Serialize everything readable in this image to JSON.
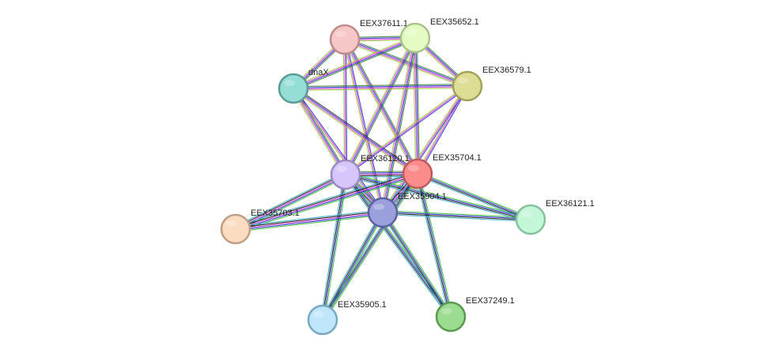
{
  "nodes": [
    {
      "id": "EEX37611",
      "label": "EEX37611.1",
      "fill": "#f7c6c6",
      "stroke": "#c08a8a"
    },
    {
      "id": "EEX35652",
      "label": "EEX35652.1",
      "fill": "#e5fbc4",
      "stroke": "#a9c48a"
    },
    {
      "id": "dnaX",
      "label": "dnaX",
      "fill": "#95ded6",
      "stroke": "#5a9c95"
    },
    {
      "id": "EEX36579",
      "label": "EEX36579.1",
      "fill": "#dedd95",
      "stroke": "#a3a25a"
    },
    {
      "id": "EEX36120",
      "label": "EEX36120.1",
      "fill": "#d7c6fb",
      "stroke": "#9b8ac0"
    },
    {
      "id": "EEX35704",
      "label": "EEX35704.1",
      "fill": "#fb8c8c",
      "stroke": "#c05a5a"
    },
    {
      "id": "EEX35904",
      "label": "EEX35904.1",
      "fill": "#9aa0dc",
      "stroke": "#5c62a0"
    },
    {
      "id": "EEX35703",
      "label": "EEX35703.1",
      "fill": "#fbdcc0",
      "stroke": "#c09e86"
    },
    {
      "id": "EEX36121",
      "label": "EEX36121.1",
      "fill": "#c4f7d8",
      "stroke": "#86c09e"
    },
    {
      "id": "EEX35905",
      "label": "EEX35905.1",
      "fill": "#c0e6fb",
      "stroke": "#78a8c0"
    },
    {
      "id": "EEX37249",
      "label": "EEX37249.1",
      "fill": "#9cdc90",
      "stroke": "#5a9a50"
    }
  ],
  "edges": [
    {
      "source": "EEX37611",
      "target": "EEX35652",
      "colors": [
        "#3b7f3b",
        "#2f2fd0",
        "#d040d0",
        "#a0c840"
      ]
    },
    {
      "source": "EEX37611",
      "target": "dnaX",
      "colors": [
        "#3b7f3b",
        "#2f2fd0",
        "#d040d0",
        "#a0c840"
      ]
    },
    {
      "source": "EEX37611",
      "target": "EEX36579",
      "colors": [
        "#3b7f3b",
        "#2f2fd0",
        "#d040d0",
        "#a0c840"
      ]
    },
    {
      "source": "EEX37611",
      "target": "EEX36120",
      "colors": [
        "#2f2fd0",
        "#d040d0",
        "#a0c840"
      ]
    },
    {
      "source": "EEX37611",
      "target": "EEX35704",
      "colors": [
        "#3b7f3b",
        "#2f2fd0",
        "#d040d0",
        "#a0c840"
      ]
    },
    {
      "source": "EEX37611",
      "target": "EEX35904",
      "colors": [
        "#2f2fd0",
        "#d040d0",
        "#a0c840"
      ]
    },
    {
      "source": "EEX35652",
      "target": "dnaX",
      "colors": [
        "#3b7f3b",
        "#2f2fd0",
        "#d040d0",
        "#a0c840"
      ]
    },
    {
      "source": "EEX35652",
      "target": "EEX36579",
      "colors": [
        "#3b7f3b",
        "#2f2fd0",
        "#d040d0",
        "#a0c840"
      ]
    },
    {
      "source": "EEX35652",
      "target": "EEX36120",
      "colors": [
        "#3b7f3b",
        "#2f2fd0",
        "#d040d0",
        "#a0c840"
      ]
    },
    {
      "source": "EEX35652",
      "target": "EEX35704",
      "colors": [
        "#3b7f3b",
        "#2f2fd0",
        "#d040d0",
        "#a0c840"
      ]
    },
    {
      "source": "EEX35652",
      "target": "EEX35904",
      "colors": [
        "#3b7f3b",
        "#2f2fd0",
        "#d040d0",
        "#a0c840"
      ]
    },
    {
      "source": "dnaX",
      "target": "EEX36579",
      "colors": [
        "#3b7f3b",
        "#2f2fd0",
        "#d040d0",
        "#a0c840"
      ]
    },
    {
      "source": "dnaX",
      "target": "EEX36120",
      "colors": [
        "#3b7f3b",
        "#2f2fd0",
        "#d040d0",
        "#a0c840"
      ]
    },
    {
      "source": "dnaX",
      "target": "EEX35704",
      "colors": [
        "#333333",
        "#2f2fd0",
        "#d040d0",
        "#a0c840"
      ]
    },
    {
      "source": "dnaX",
      "target": "EEX35904",
      "colors": [
        "#2f2fd0",
        "#d040d0",
        "#a0c840"
      ]
    },
    {
      "source": "EEX36579",
      "target": "EEX36120",
      "colors": [
        "#2f2fd0",
        "#d040d0",
        "#a0c840"
      ]
    },
    {
      "source": "EEX36579",
      "target": "EEX35704",
      "colors": [
        "#2f2fd0",
        "#d040d0",
        "#a0c840"
      ]
    },
    {
      "source": "EEX36579",
      "target": "EEX35904",
      "colors": [
        "#2f2fd0",
        "#d040d0",
        "#a0c840"
      ]
    },
    {
      "source": "EEX36120",
      "target": "EEX35704",
      "colors": [
        "#3b7f3b",
        "#2f2fd0",
        "#d040d0",
        "#1a1a1a",
        "#40b0c8"
      ]
    },
    {
      "source": "EEX36120",
      "target": "EEX35904",
      "colors": [
        "#3b7f3b",
        "#2f2fd0",
        "#d040d0",
        "#1a1a1a",
        "#40b0c8"
      ]
    },
    {
      "source": "EEX36120",
      "target": "EEX35703",
      "colors": [
        "#3bbf3b",
        "#2f2fd0",
        "#d040d0",
        "#1a1a1a",
        "#40b0c8"
      ]
    },
    {
      "source": "EEX36120",
      "target": "EEX36121",
      "colors": [
        "#3bbf3b",
        "#2f2fd0",
        "#1a1a1a",
        "#40b0c8"
      ]
    },
    {
      "source": "EEX36120",
      "target": "EEX35905",
      "colors": [
        "#3bbf3b",
        "#2f2fd0",
        "#1a1a1a",
        "#40b0c8"
      ]
    },
    {
      "source": "EEX36120",
      "target": "EEX37249",
      "colors": [
        "#3bbf3b",
        "#2f2fd0",
        "#1a1a1a",
        "#40b0c8"
      ]
    },
    {
      "source": "EEX35704",
      "target": "EEX35904",
      "colors": [
        "#3b7f3b",
        "#2f2fd0",
        "#d040d0",
        "#1a1a1a",
        "#40b0c8"
      ]
    },
    {
      "source": "EEX35704",
      "target": "EEX35703",
      "colors": [
        "#3bbf3b",
        "#2f2fd0",
        "#d040d0",
        "#1a1a1a",
        "#40b0c8"
      ]
    },
    {
      "source": "EEX35704",
      "target": "EEX36121",
      "colors": [
        "#3bbf3b",
        "#2f2fd0",
        "#1a1a1a",
        "#40b0c8"
      ]
    },
    {
      "source": "EEX35704",
      "target": "EEX35905",
      "colors": [
        "#3bbf3b",
        "#2f2fd0",
        "#1a1a1a",
        "#40b0c8"
      ]
    },
    {
      "source": "EEX35704",
      "target": "EEX37249",
      "colors": [
        "#3bbf3b",
        "#2f2fd0",
        "#1a1a1a",
        "#40b0c8"
      ]
    },
    {
      "source": "EEX35904",
      "target": "EEX35703",
      "colors": [
        "#3bbf3b",
        "#2f2fd0",
        "#d040d0",
        "#1a1a1a",
        "#40b0c8"
      ]
    },
    {
      "source": "EEX35904",
      "target": "EEX36121",
      "colors": [
        "#3bbf3b",
        "#2f2fd0",
        "#1a1a1a",
        "#40b0c8"
      ]
    },
    {
      "source": "EEX35904",
      "target": "EEX35905",
      "colors": [
        "#3bbf3b",
        "#2f2fd0",
        "#1a1a1a",
        "#40b0c8"
      ]
    },
    {
      "source": "EEX35904",
      "target": "EEX37249",
      "colors": [
        "#3bbf3b",
        "#2f2fd0",
        "#1a1a1a",
        "#40b0c8"
      ]
    }
  ]
}
